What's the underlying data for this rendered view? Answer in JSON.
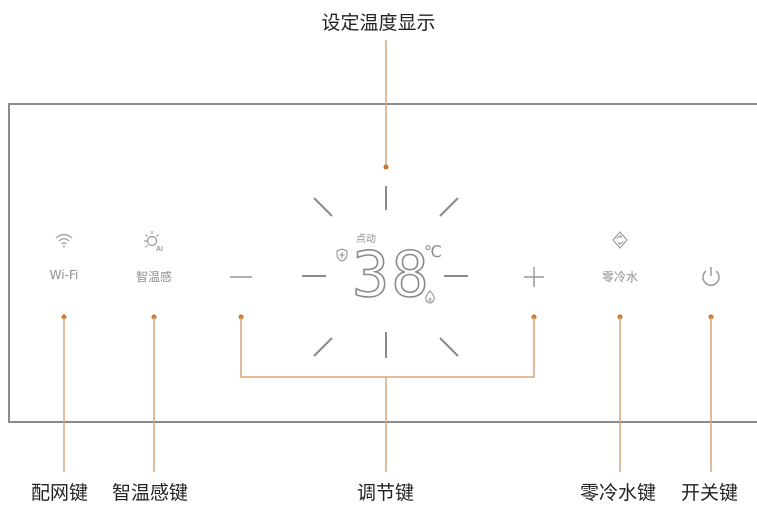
{
  "title": "设定温度显示",
  "panel": {
    "wifi_label": "Wi-Fi",
    "smart_temp_label": "智温感",
    "minus_label": "−",
    "plus_label": "+",
    "zero_cold_label": "零冷水",
    "display": {
      "temperature": "38",
      "unit": "℃",
      "ignite_label": "点动",
      "shield_icon": "shield-icon",
      "flame_icon": "flame-icon"
    }
  },
  "callouts": {
    "wifi_key": "配网键",
    "smart_temp_key": "智温感键",
    "adjust_key": "调节键",
    "zero_cold_key": "零冷水键",
    "power_key": "开关键"
  },
  "colors": {
    "accent_line": "#d9a57c",
    "accent_dot": "#c8762e",
    "icon_gray": "#9a9a9a",
    "panel_border": "#8a8a8a"
  },
  "icons": [
    "wifi-icon",
    "sun-ai-icon",
    "minus-icon",
    "plus-icon",
    "refresh-water-icon",
    "power-icon"
  ]
}
